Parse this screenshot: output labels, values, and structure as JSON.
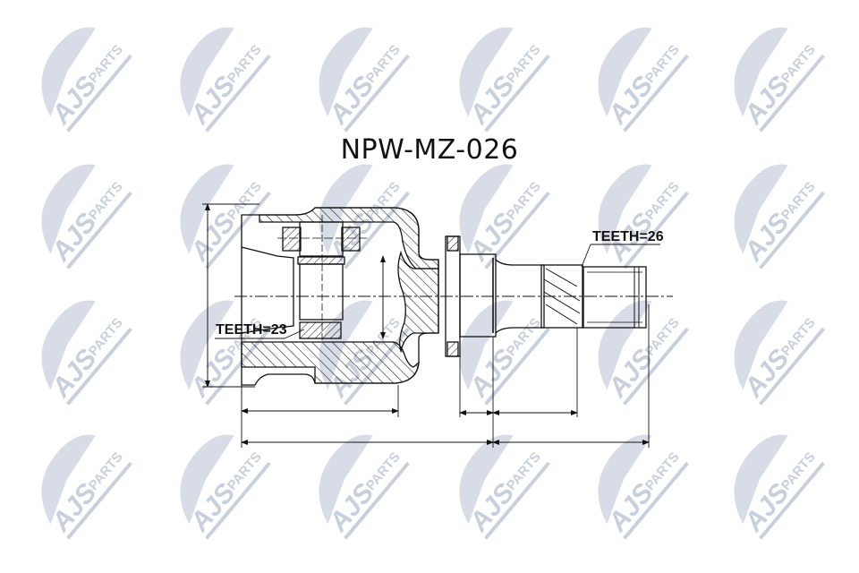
{
  "title": "NPW-MZ-026",
  "watermark": {
    "text_primary": "AJS",
    "text_secondary": "PARTS",
    "color": "#c9d0dd",
    "grid": {
      "cols_x": [
        88,
        243,
        398,
        555,
        710,
        862
      ],
      "rows_y": [
        85,
        238,
        390,
        540
      ]
    }
  },
  "drawing": {
    "labels": {
      "inner_teeth": "TEETH=23",
      "outer_teeth": "TEETH=26"
    },
    "line_color": "#111111",
    "hatch_color": "#222222"
  }
}
